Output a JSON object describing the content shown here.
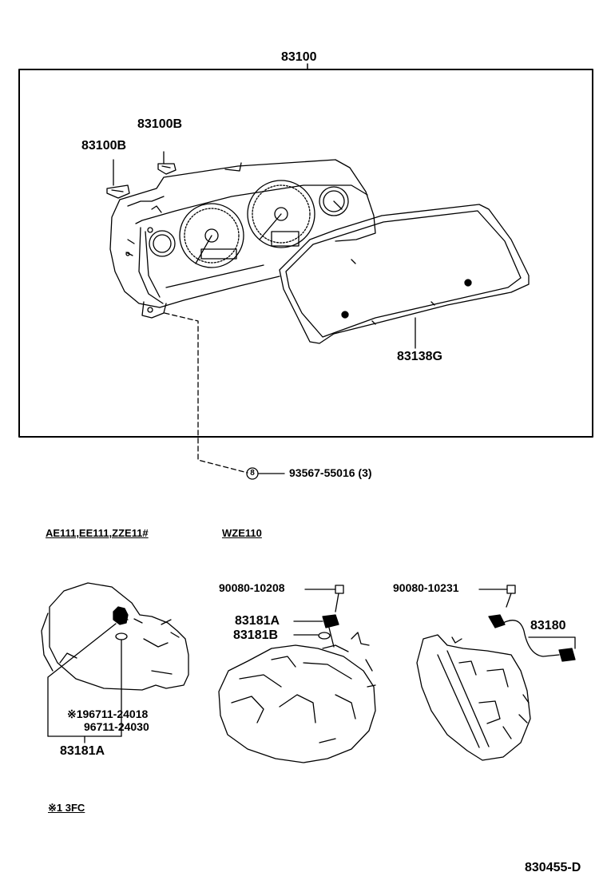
{
  "labels": {
    "assembly": "83100",
    "clip_upper": "83100B",
    "clip_lower": "83100B",
    "glass": "83138G",
    "screw_part": "93567-55016 (3)",
    "screw_mark": "8",
    "model_left": "AE111,EE111,ZZE11#",
    "model_right": "WZE110",
    "bolt_mid": "90080-10208",
    "gear_a": "83181A",
    "gear_b": "83181B",
    "bolt_right": "90080-10231",
    "sensor": "83180",
    "note_part_1": "※196711-24018",
    "note_part_2": "96711-24030",
    "gear_left": "83181A",
    "footnote": "※1 3FC",
    "figure_code": "830455-D"
  }
}
